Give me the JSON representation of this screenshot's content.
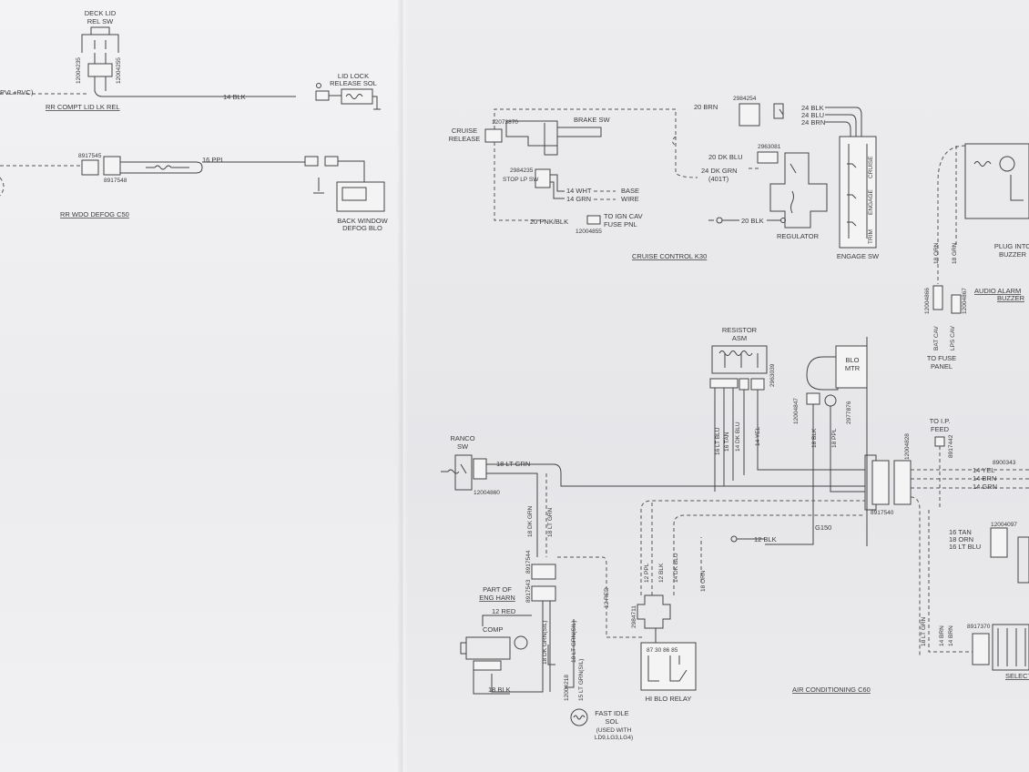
{
  "labels": {
    "deck_lid_sw": [
      "DECK LID",
      "REL SW"
    ],
    "pvl": "PVL+PVC)",
    "rr_compt": "RR COMPT LID LK REL",
    "wire_14blk": "14 BLK",
    "lid_lock": [
      "LID LOCK",
      "RELEASE SOL"
    ],
    "wire_16ppl": "16 PPL",
    "rr_wdo": "RR WDO DEFOG C50",
    "back_window": [
      "BACK WINDOW",
      "DEFOG BLO"
    ],
    "cruise_release": [
      "CRUISE",
      "RELEASE"
    ],
    "brake_sw": "BRAKE SW",
    "stop_lp_sw": "STOP LP SW",
    "wire_14wht": "14 WHT",
    "wire_14grn": "14 GRN",
    "base_wire": [
      "BASE",
      "WIRE"
    ],
    "wire_20pnk": "20 PNK/BLK",
    "to_ign": [
      "TO IGN CAV",
      "FUSE PNL"
    ],
    "wire_20brn": "20 BRN",
    "wire_24blk": "24 BLK",
    "wire_24blu": "24 BLU",
    "wire_24brn": "24 BRN",
    "wire_20dkblu": "20 DK BLU",
    "wire_24dkgrn": [
      "24 DK GRN",
      "(401T)"
    ],
    "wire_20blk": "20 BLK",
    "regulator": "REGULATOR",
    "cruise_control": "CRUISE CONTROL K30",
    "engage_sw": "ENGAGE SW",
    "switch_words": [
      "TRIM",
      "ENGAGE",
      "CRUISE"
    ],
    "wire_18orn": "18 ORN",
    "wire_18grn": "18 GRN",
    "bat_cav": "BAT CAV",
    "lps_cav": "LPS CAV",
    "to_fuse_panel": [
      "TO FUSE",
      "PANEL"
    ],
    "plug_into": [
      "PLUG INTO",
      "BUZZER"
    ],
    "audio_alarm": "AUDIO ALARM",
    "buzzer": "BUZZER",
    "resistor_asm": [
      "RESISTOR",
      "ASM"
    ],
    "blo_mtr": [
      "BLO",
      "MTR"
    ],
    "to_ip_feed": [
      "TO I.P.",
      "FEED"
    ],
    "ranco_sw": [
      "RANCO",
      "SW"
    ],
    "wire_18ltgrn": "18 LT GRN",
    "wire_16ltblu": "16 LT BLU",
    "wire_16tan": "16 TAN",
    "wire_14dkblu": "14 DK BLU",
    "wire_14yel": "14 YEL",
    "wire_18blk": "18 BLK",
    "wire_18ppl": "18 PPL",
    "wire_14yel_r": "14 YEL",
    "wire_14brn_r": "14 BRN",
    "wire_14grn_r": "14 GRN",
    "wire_16tan_r": "16 TAN",
    "wire_18orn_r": "18 ORN",
    "wire_16ltblu_r": "16 LT BLU",
    "wire_18dkgrn": "18 DK GRN",
    "wire_18ltgrn_v": "18 LT GRN",
    "wire_12blk": "12 BLK",
    "wire_12ppl": "12 PPL",
    "wire_12blk_v": "12 BLK",
    "wire_14dkblu_v": "14 DK BLU",
    "wire_18orn_v": "18 ORN",
    "wire_12red_v": "12 RED",
    "g150": "G150",
    "part_of_eng": [
      "PART OF",
      "ENG HARN"
    ],
    "wire_12red": "12 RED",
    "comp": "COMP",
    "wire_18dkgrnsil": "18 DK GRN(SIL)",
    "wire_18ltgrnsil": "18 LT GRN(SIL)",
    "wire_15ltgrnsil": "15 LT GRN(SIL)",
    "wire_18blk_b": "18 BLK",
    "fast_idle": [
      "FAST IDLE",
      "SOL"
    ],
    "used_with": [
      "(USED WITH",
      "LD9,LG3,LG4)"
    ],
    "hi_blo_relay": "HI BLO RELAY",
    "air_conditioning": "AIR CONDITIONING C60",
    "wire_18ltgrn_r": "18 LT GRN",
    "wire_14brn_v": "14 BRN",
    "wire_14brn_v2": "14 BRN",
    "select": "SELECT",
    "pin_nums": "87  30  86  85"
  },
  "part_numbers": {
    "p1": "12004235",
    "p2": "12004255",
    "p3": "8917545",
    "p4": "8917548",
    "p5": "12073870",
    "p6": "2984235",
    "p7": "2984254",
    "p8": "2963081",
    "p9": "12004855",
    "p10": "12004866",
    "p11": "12004867",
    "p12": "2963039",
    "p13": "12004847",
    "p14": "2977876",
    "p15": "12004860",
    "p16": "12004828",
    "p17": "8917540",
    "p18": "8917442",
    "p19": "8917544",
    "p20": "8917543",
    "p21": "2984711",
    "p22": "12004218",
    "p23": "12004097",
    "p24": "8900343",
    "p25": "8917370"
  },
  "colors": {
    "ink": "#3a3a3a",
    "paper_left": "#f0f0f2",
    "paper_right": "#e9e9eb"
  }
}
